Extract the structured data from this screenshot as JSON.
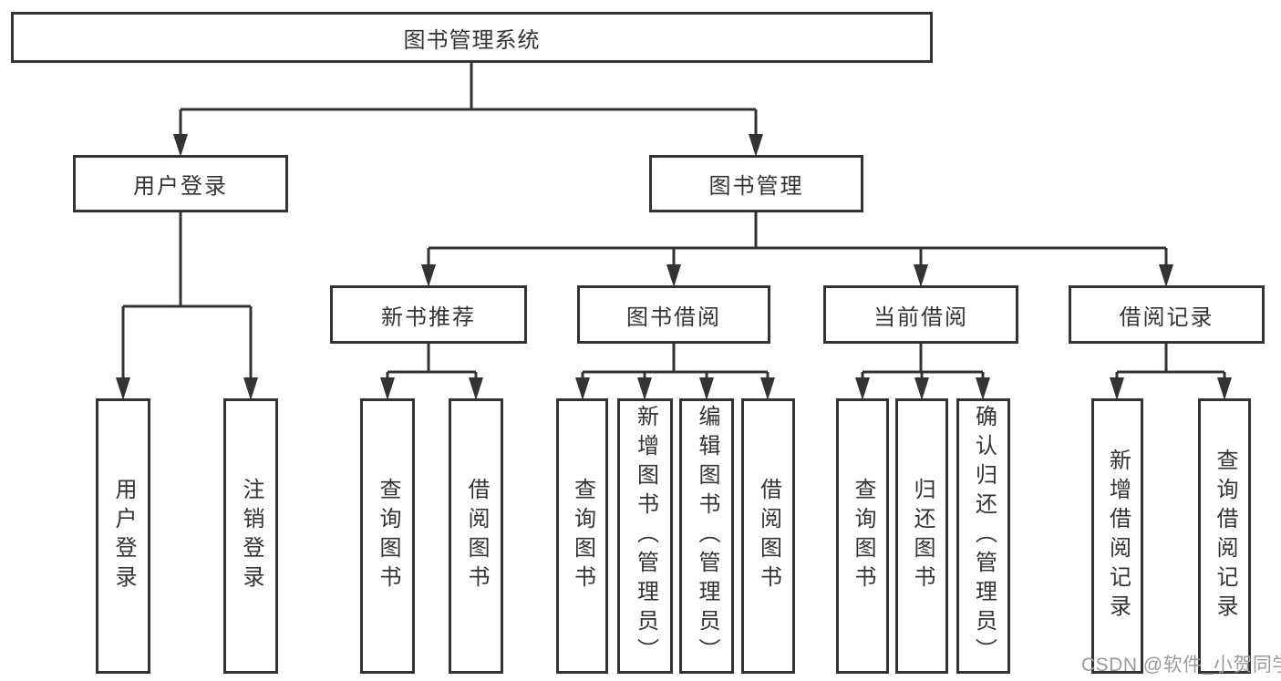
{
  "diagram": {
    "title": "图书管理系统",
    "colors": {
      "line": "#333333",
      "box_border": "#333333",
      "text": "#333333",
      "background": "#ffffff"
    },
    "nodes": {
      "root": {
        "label": "图书管理系统"
      },
      "user_login": {
        "label": "用户登录"
      },
      "book_mgmt": {
        "label": "图书管理"
      },
      "new_book_rec": {
        "label": "新书推荐"
      },
      "book_borrow": {
        "label": "图书借阅"
      },
      "current_borrow": {
        "label": "当前借阅"
      },
      "borrow_records": {
        "label": "借阅记录"
      },
      "leaf_user_login": {
        "label": "用户登录"
      },
      "leaf_logout": {
        "label": "注销登录"
      },
      "leaf_rec_query": {
        "label": "查询图书"
      },
      "leaf_rec_borrow": {
        "label": "借阅图书"
      },
      "leaf_bb_query": {
        "label": "查询图书"
      },
      "leaf_bb_add": {
        "label": "新增图书（管理员）"
      },
      "leaf_bb_edit": {
        "label": "编辑图书（管理员）"
      },
      "leaf_bb_borrow": {
        "label": "借阅图书"
      },
      "leaf_cb_query": {
        "label": "查询图书"
      },
      "leaf_cb_return": {
        "label": "归还图书"
      },
      "leaf_cb_confirm": {
        "label": "确认归还（管理员）"
      },
      "leaf_br_add": {
        "label": "新增借阅记录"
      },
      "leaf_br_query": {
        "label": "查询借阅记录"
      }
    },
    "hierarchy": {
      "图书管理系统": {
        "用户登录": [
          "用户登录",
          "注销登录"
        ],
        "图书管理": {
          "新书推荐": [
            "查询图书",
            "借阅图书"
          ],
          "图书借阅": [
            "查询图书",
            "新增图书（管理员）",
            "编辑图书（管理员）",
            "借阅图书"
          ],
          "当前借阅": [
            "查询图书",
            "归还图书",
            "确认归还（管理员）"
          ],
          "借阅记录": [
            "新增借阅记录",
            "查询借阅记录"
          ]
        }
      }
    }
  },
  "watermark": {
    "text": "CSDN @软件_小贺同学",
    "color": "#9b9b9b"
  }
}
